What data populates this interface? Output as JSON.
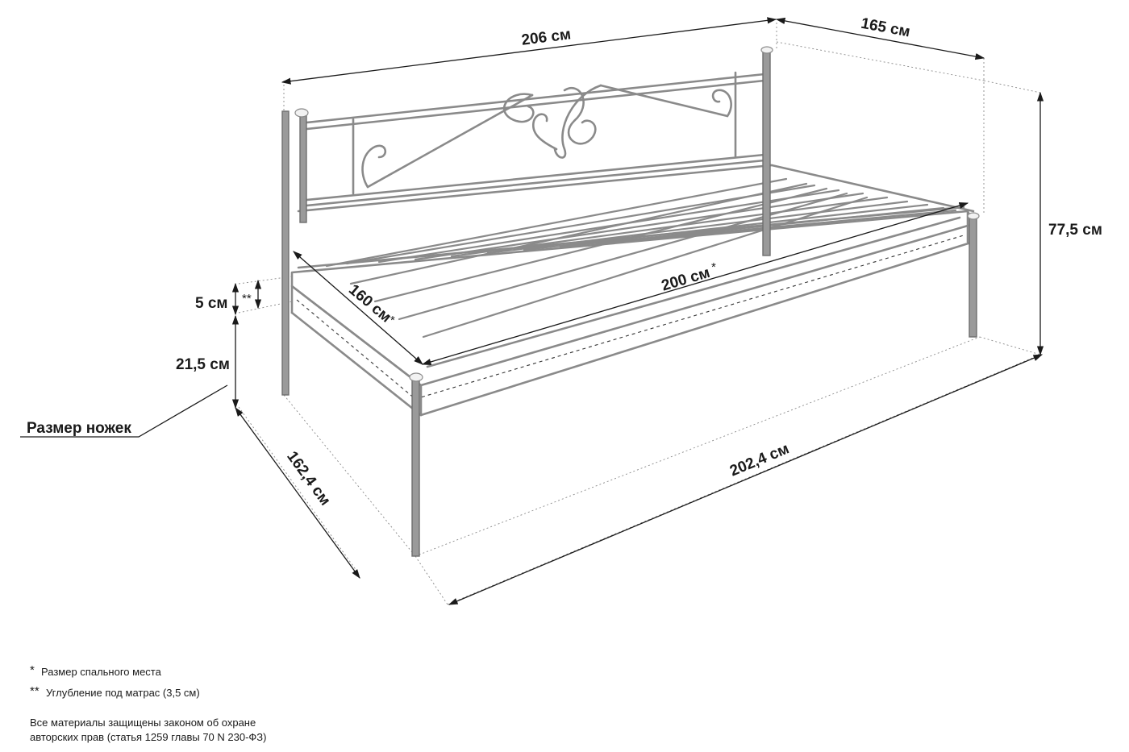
{
  "dimensions": {
    "top_length": "206 см",
    "top_depth": "165 см",
    "height_total": "77,5 см",
    "mattress_width": "160 см",
    "mattress_length": "200 см",
    "star": "*",
    "recess_height": "5 см",
    "recess_mark": "**",
    "leg_height": "21,5 см",
    "bottom_depth": "162,4 см",
    "bottom_length": "202,4 см"
  },
  "labels": {
    "legs": "Размер ножек"
  },
  "footnotes": {
    "star1_mark": "*",
    "star1_text": "Размер спального места",
    "star2_mark": "**",
    "star2_text": "Углубление под матрас (3,5 см)",
    "copyright_line1": "Все материалы защищены законом об охране",
    "copyright_line2": "авторских прав (статья 1259 главы 70 N 230-ФЗ)"
  },
  "colors": {
    "frame": "#8a8a8a",
    "text": "#1a1a1a",
    "background": "#ffffff"
  }
}
